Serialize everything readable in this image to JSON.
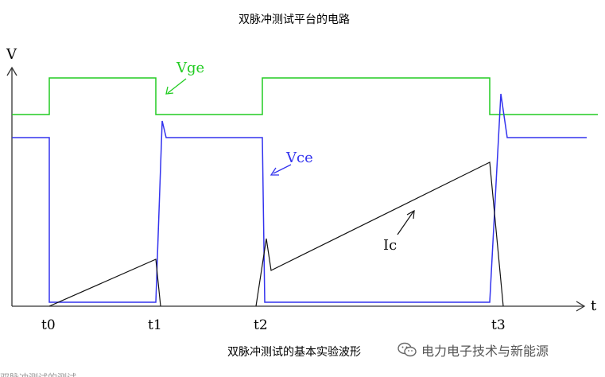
{
  "top_caption": "双脉冲测试平台的电路",
  "bottom_caption": "双脉冲测试的基本实验波形",
  "axes": {
    "y_label": "V",
    "x_label": "t"
  },
  "time_marks": [
    "t0",
    "t1",
    "t2",
    "t3"
  ],
  "signal_labels": {
    "vge": "Vge",
    "vce": "Vce",
    "ic": "Ic"
  },
  "colors": {
    "vge": "#22cc22",
    "vce": "#3333ee",
    "ic": "#111111",
    "axis": "#333333"
  },
  "watermark": {
    "icon": "wechat-icon",
    "text": "电力电子技术与新能源"
  },
  "cut_text": "双脉冲测试的测试"
}
